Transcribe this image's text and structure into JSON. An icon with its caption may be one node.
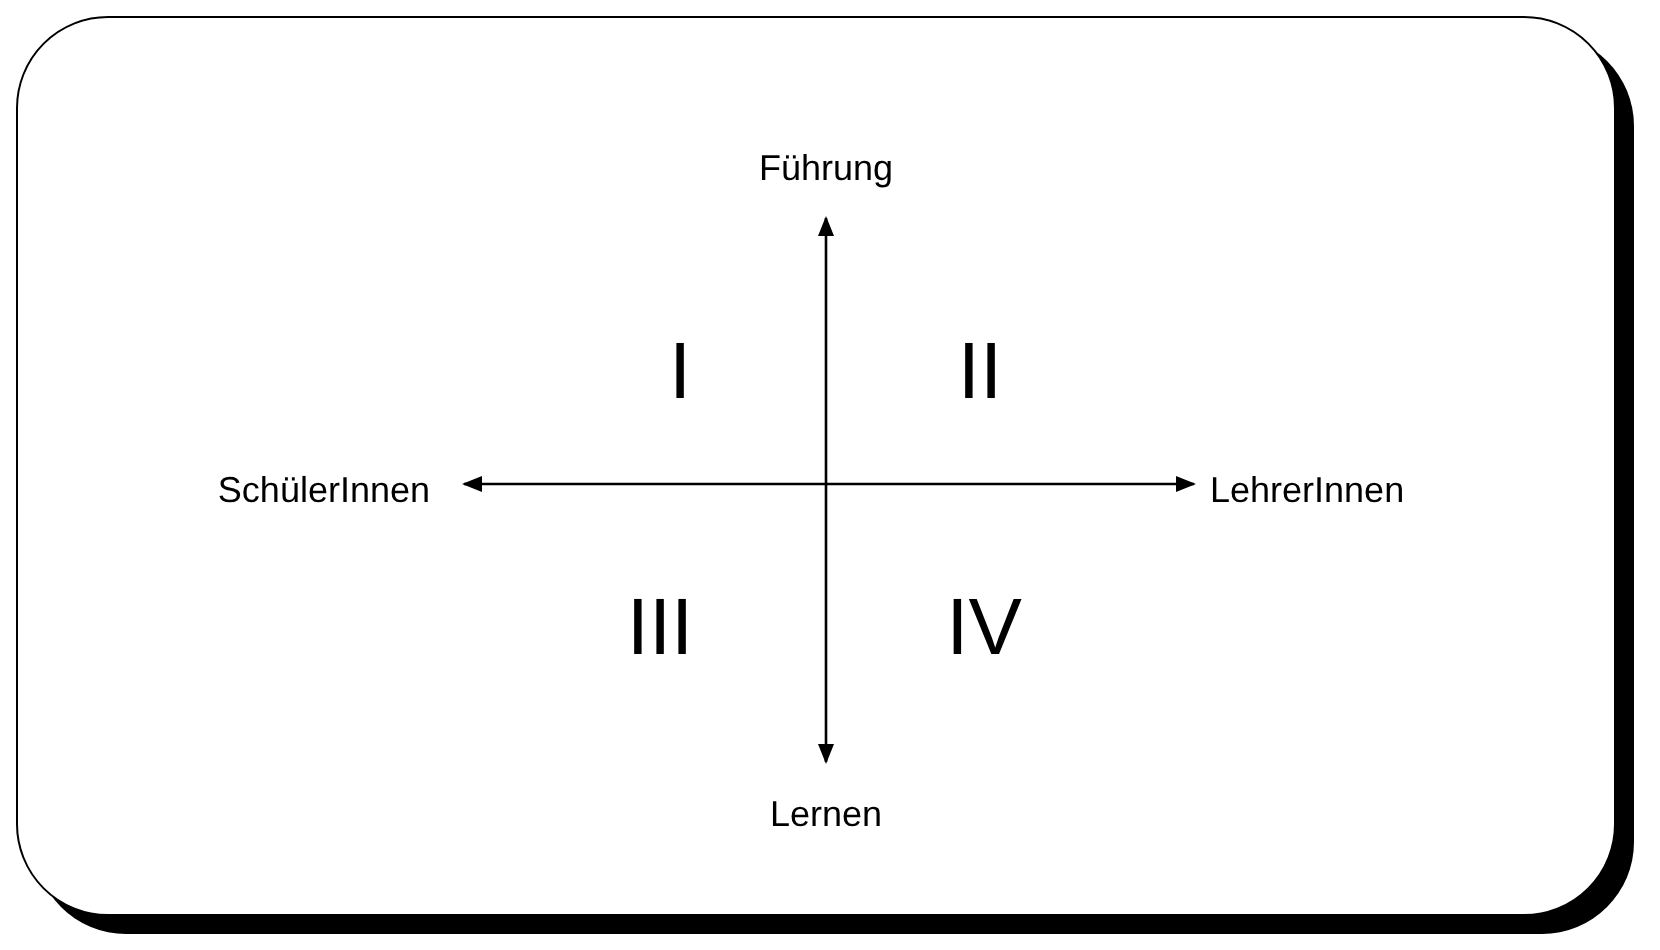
{
  "diagram": {
    "labels": [
      "Führung",
      "I",
      "II",
      "SchülerInnen",
      "LehrerInnen",
      "III",
      "IV",
      "Lernen"
    ]
  }
}
